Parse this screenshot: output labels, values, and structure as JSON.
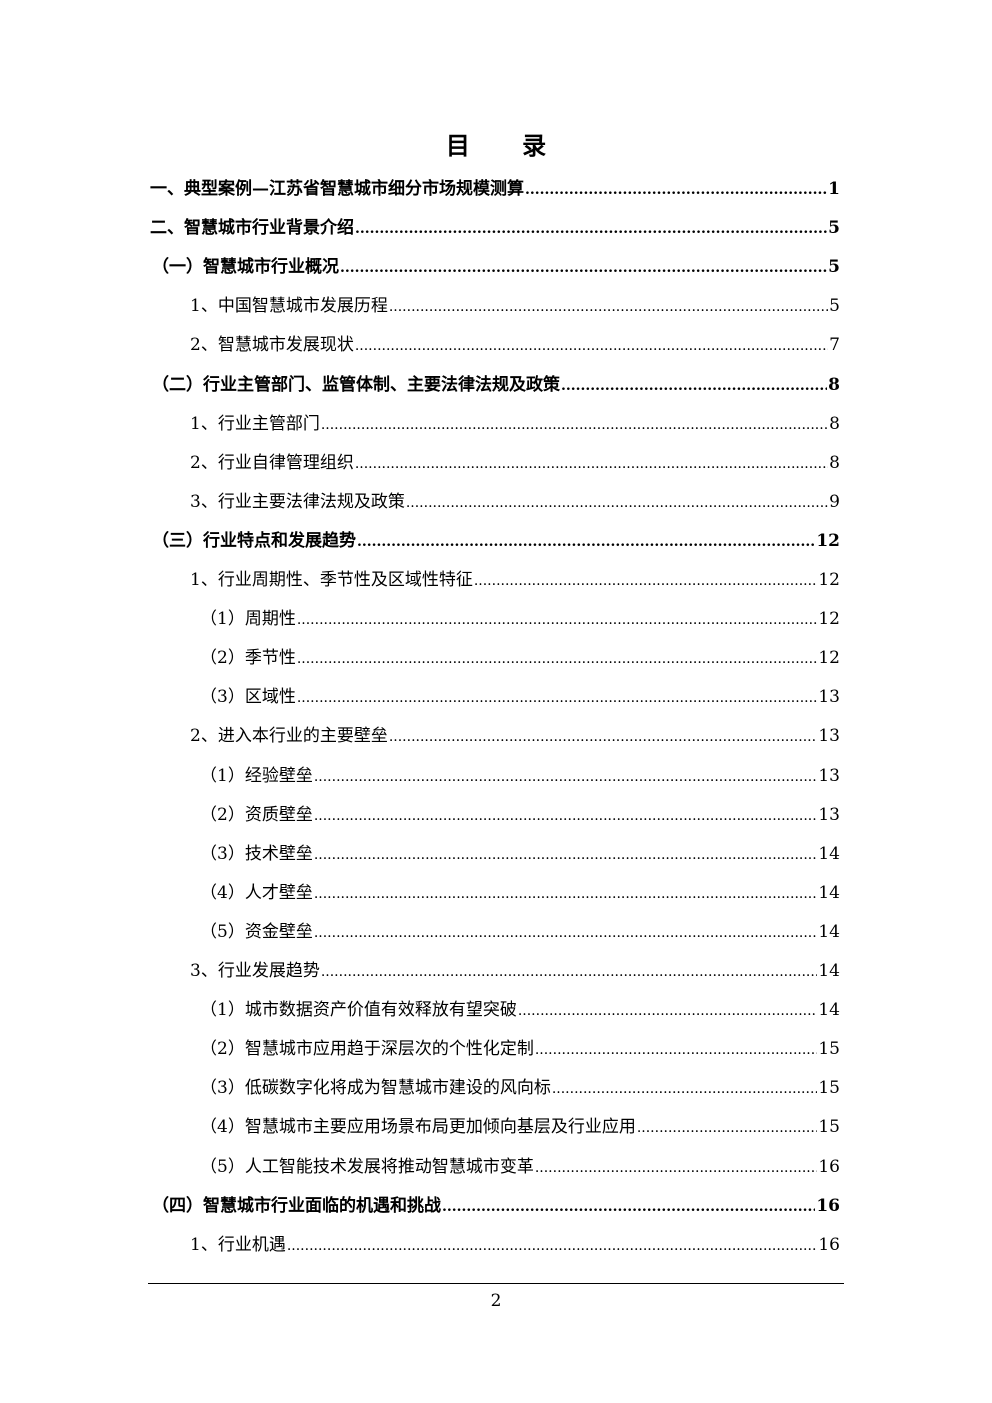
{
  "title": "目 录",
  "toc": [
    {
      "level": 1,
      "label": "一、典型案例—江苏省智慧城市细分市场规模测算",
      "page": "1"
    },
    {
      "level": 1,
      "label": "二、智慧城市行业背景介绍",
      "page": "5"
    },
    {
      "level": 2,
      "label": "（一）智慧城市行业概况",
      "page": "5"
    },
    {
      "level": 3,
      "label": "1、中国智慧城市发展历程",
      "page": "5"
    },
    {
      "level": 3,
      "label": "2、智慧城市发展现状",
      "page": "7"
    },
    {
      "level": 2,
      "label": "（二）行业主管部门、监管体制、主要法律法规及政策",
      "page": "8"
    },
    {
      "level": 3,
      "label": "1、行业主管部门",
      "page": "8"
    },
    {
      "level": 3,
      "label": "2、行业自律管理组织",
      "page": "8"
    },
    {
      "level": 3,
      "label": "3、行业主要法律法规及政策",
      "page": "9"
    },
    {
      "level": 2,
      "label": "（三）行业特点和发展趋势",
      "page": "12"
    },
    {
      "level": 3,
      "label": "1、行业周期性、季节性及区域性特征",
      "page": "12"
    },
    {
      "level": 4,
      "label": "（1）周期性",
      "page": "12"
    },
    {
      "level": 4,
      "label": "（2）季节性",
      "page": "12"
    },
    {
      "level": 4,
      "label": "（3）区域性",
      "page": "13"
    },
    {
      "level": 3,
      "label": "2、进入本行业的主要壁垒",
      "page": "13"
    },
    {
      "level": 4,
      "label": "（1）经验壁垒",
      "page": "13"
    },
    {
      "level": 4,
      "label": "（2）资质壁垒",
      "page": "13"
    },
    {
      "level": 4,
      "label": "（3）技术壁垒",
      "page": "14"
    },
    {
      "level": 4,
      "label": "（4）人才壁垒",
      "page": "14"
    },
    {
      "level": 4,
      "label": "（5）资金壁垒",
      "page": "14"
    },
    {
      "level": 3,
      "label": "3、行业发展趋势",
      "page": "14"
    },
    {
      "level": 4,
      "label": "（1）城市数据资产价值有效释放有望突破",
      "page": "14"
    },
    {
      "level": 4,
      "label": "（2）智慧城市应用趋于深层次的个性化定制",
      "page": "15"
    },
    {
      "level": 4,
      "label": "（3）低碳数字化将成为智慧城市建设的风向标",
      "page": "15"
    },
    {
      "level": 4,
      "label": "（4）智慧城市主要应用场景布局更加倾向基层及行业应用",
      "page": "15"
    },
    {
      "level": 4,
      "label": "（5）人工智能技术发展将推动智慧城市变革",
      "page": "16"
    },
    {
      "level": 2,
      "label": "（四）智慧城市行业面临的机遇和挑战",
      "page": "16"
    },
    {
      "level": 3,
      "label": "1、行业机遇",
      "page": "16"
    }
  ],
  "page_number": "2"
}
